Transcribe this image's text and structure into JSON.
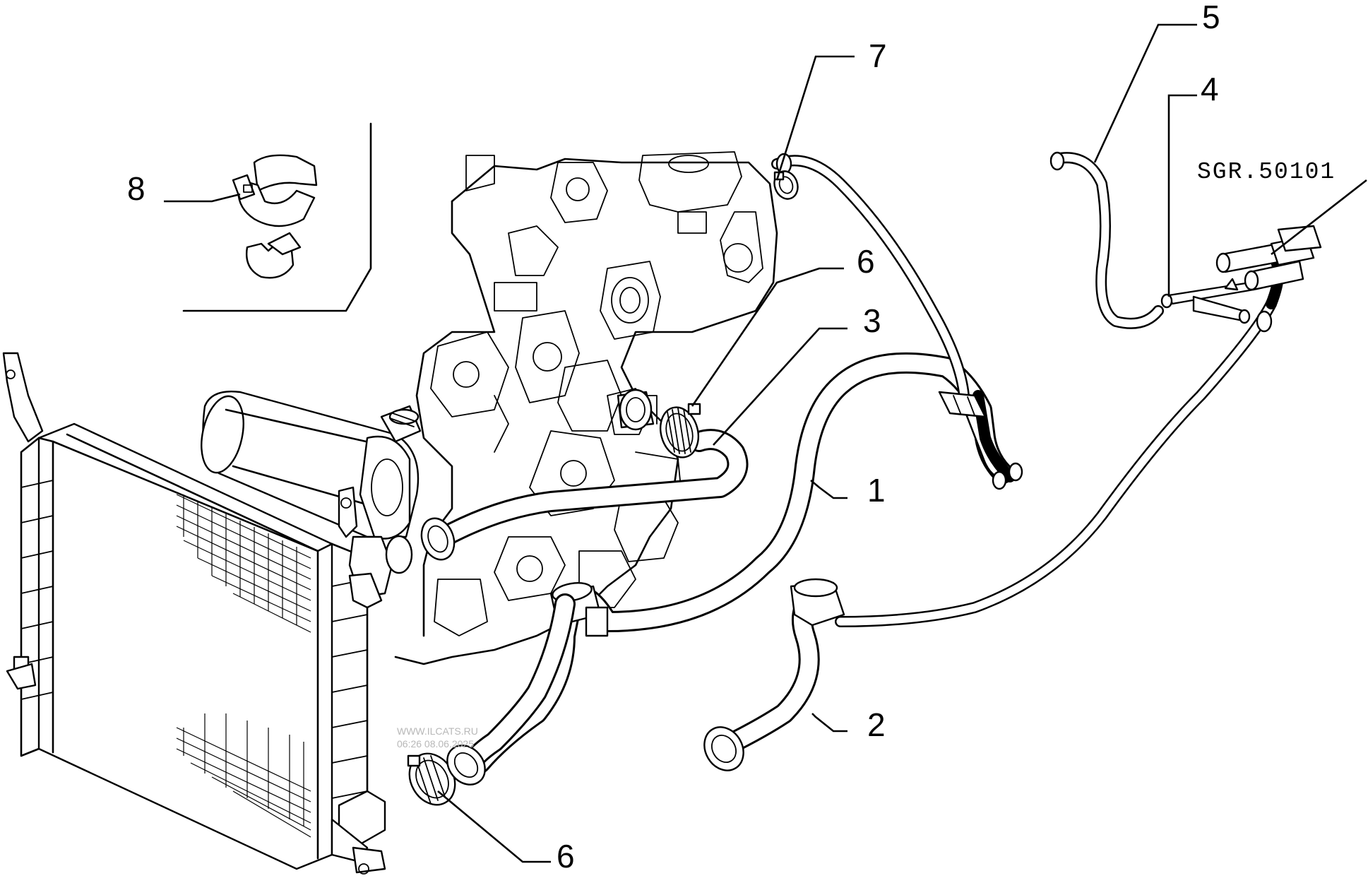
{
  "callouts": [
    {
      "id": "1",
      "label": "1"
    },
    {
      "id": "2",
      "label": "2"
    },
    {
      "id": "3",
      "label": "3"
    },
    {
      "id": "4",
      "label": "4"
    },
    {
      "id": "5",
      "label": "5"
    },
    {
      "id": "6a",
      "label": "6"
    },
    {
      "id": "6b",
      "label": "6"
    },
    {
      "id": "7",
      "label": "7"
    },
    {
      "id": "8",
      "label": "8"
    }
  ],
  "reference_code": "SGR.50101",
  "watermark": {
    "line1": "WWW.ILCATS.RU",
    "line2": "06:26 08.06.2025"
  }
}
